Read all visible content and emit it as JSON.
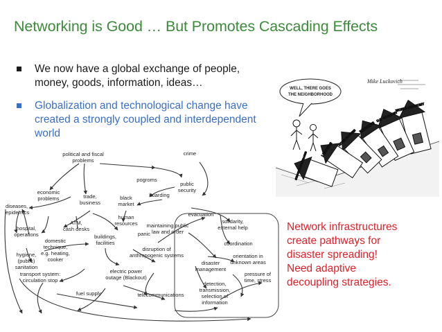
{
  "slide": {
    "title": "Networking is Good … But Promotes Cascading Effects",
    "bullets": [
      "We now have a global exchange of people, money, goods, information, ideas…",
      "Globalization and technological change have created a strongly coupled and interdependent world"
    ],
    "note_lines": [
      "Network infrastructures",
      "create pathways for",
      "disaster spreading!",
      "Need adaptive",
      "decoupling strategies."
    ],
    "colors": {
      "title": "#3d8a3b",
      "bullet_1": "#1a1a1a",
      "bullet_2": "#3a6fc4",
      "note": "#e0202a"
    }
  },
  "cartoon": {
    "speech_line_1": "WELL, THERE GOES",
    "speech_line_2": "THE NEIGHBORHOOD",
    "signature": "Mike Luckovich",
    "house_labels": [
      "WORLD ECONOMY",
      "U.S. ECONOMY",
      "MARKETS",
      "HOME BUYERS",
      "LENDERS",
      "SUBPRIME MORTGAGES"
    ]
  },
  "diagram": {
    "nodes": {
      "political_fiscal": [
        "political and fiscal",
        "problems"
      ],
      "crime": [
        "crime"
      ],
      "economic_problems": [
        "economic",
        "problems"
      ],
      "pogroms": [
        "pogroms"
      ],
      "public_security": [
        "public",
        "security"
      ],
      "trade_business": [
        "trade,",
        "business"
      ],
      "hoarding": [
        "hoarding"
      ],
      "black_market": [
        "black",
        "market"
      ],
      "diseases": [
        "diseases,",
        "epidemics"
      ],
      "atm": [
        "ATM,",
        "cash desks"
      ],
      "evacuation": [
        "evacuation"
      ],
      "human_resources": [
        "human",
        "resources"
      ],
      "maintaining": [
        "maintaining public",
        "law and order"
      ],
      "solidarity": [
        "solidarity,",
        "external help"
      ],
      "hospital": [
        "hospital,",
        "operations"
      ],
      "panic": [
        "panic"
      ],
      "domestic": [
        "domestic",
        "technique,",
        "e.g. heating,",
        "cooker"
      ],
      "buildings": [
        "buildings,",
        "facilities"
      ],
      "coordination": [
        "coordination"
      ],
      "disruption": [
        "disruption of",
        "anthropogenic systems"
      ],
      "hygiene": [
        "hygiene,",
        "(public)",
        "sanitation"
      ],
      "orientation": [
        "orientation in",
        "unknown areas"
      ],
      "disaster_mgmt": [
        "disaster",
        "management"
      ],
      "transport": [
        "transport system:",
        "circulation stop"
      ],
      "electric": [
        "electric power",
        "outage (Blackout)"
      ],
      "pressure": [
        "pressure of",
        "time, stress"
      ],
      "detection": [
        "detection,",
        "transmission,",
        "selection of",
        "information"
      ],
      "fuel": [
        "fuel supply"
      ],
      "telecom": [
        "telecommunications"
      ]
    }
  }
}
